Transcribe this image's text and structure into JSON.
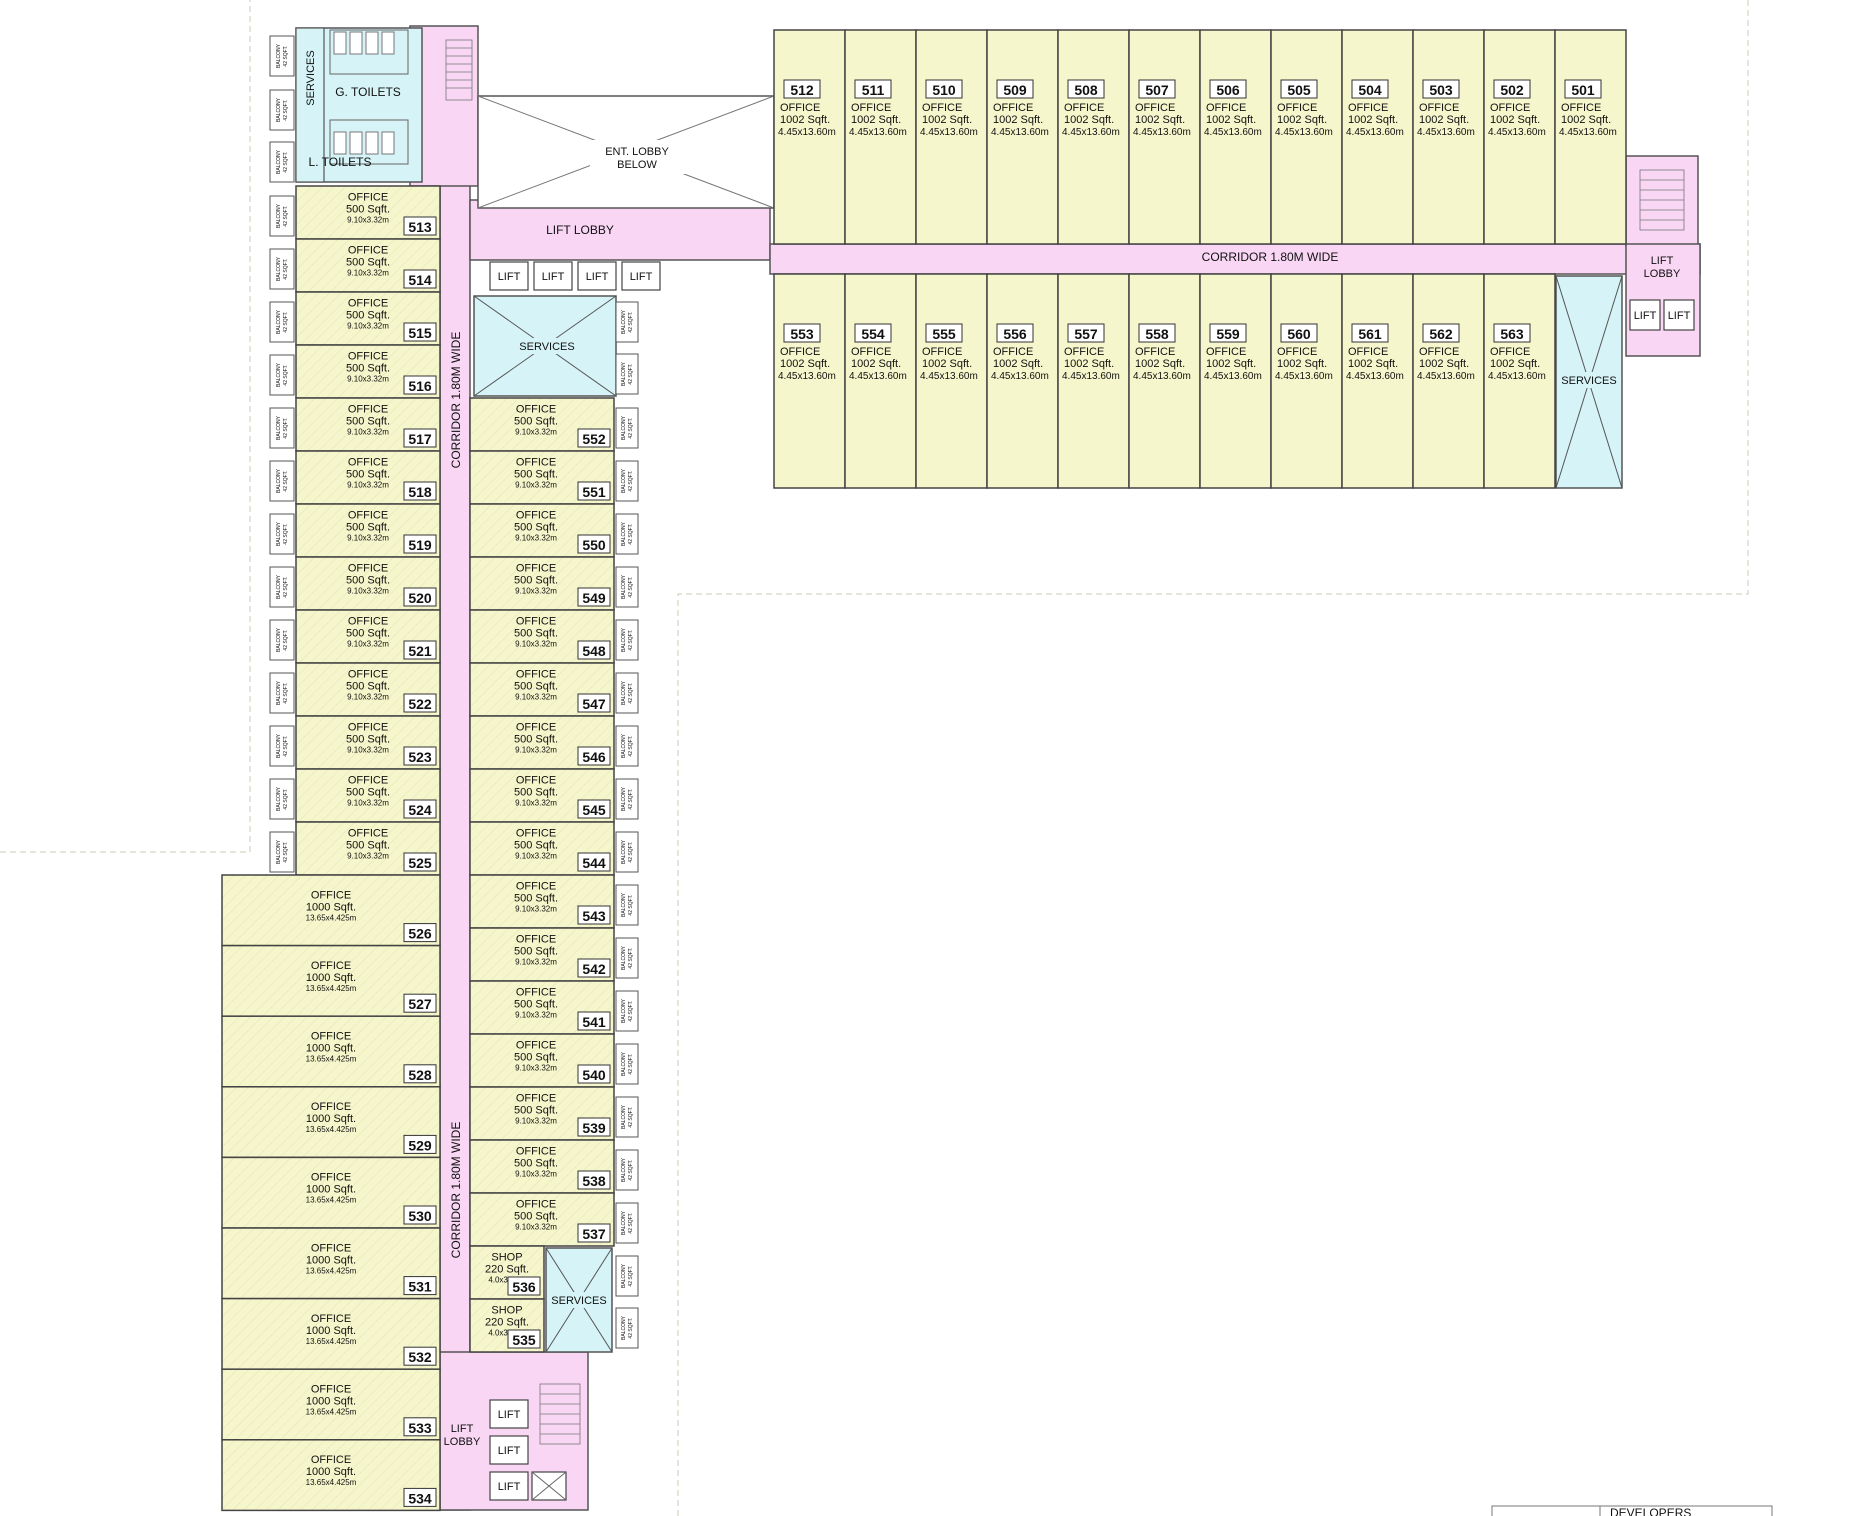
{
  "labels": {
    "office": "OFFICE",
    "shop": "SHOP",
    "lift": "LIFT",
    "services": "SERVICES",
    "balcony_line1": "BALCONY",
    "balcony_line2": "42 SQFT.",
    "lift_lobby": "LIFT LOBBY",
    "lift_lobby_line1": "LIFT",
    "lift_lobby_line2": "LOBBY",
    "corridor": "CORRIDOR 1.80M WIDE",
    "ent_lobby_line1": "ENT. LOBBY",
    "ent_lobby_line2": "BELOW",
    "g_toilets": "G. TOILETS",
    "l_toilets": "L. TOILETS",
    "title_block_partial": "DEVELOPERS"
  },
  "colors": {
    "office_fill": "#f6f6cc",
    "corridor_fill": "#f8d6f4",
    "services_fill": "#d6f3f7",
    "wall": "#444444"
  },
  "units": {
    "top_row": [
      {
        "no": "512",
        "area": "1002 Sqft.",
        "dim": "4.45x13.60m"
      },
      {
        "no": "511",
        "area": "1002 Sqft.",
        "dim": "4.45x13.60m"
      },
      {
        "no": "510",
        "area": "1002 Sqft.",
        "dim": "4.45x13.60m"
      },
      {
        "no": "509",
        "area": "1002 Sqft.",
        "dim": "4.45x13.60m"
      },
      {
        "no": "508",
        "area": "1002 Sqft.",
        "dim": "4.45x13.60m"
      },
      {
        "no": "507",
        "area": "1002 Sqft.",
        "dim": "4.45x13.60m"
      },
      {
        "no": "506",
        "area": "1002 Sqft.",
        "dim": "4.45x13.60m"
      },
      {
        "no": "505",
        "area": "1002 Sqft.",
        "dim": "4.45x13.60m"
      },
      {
        "no": "504",
        "area": "1002 Sqft.",
        "dim": "4.45x13.60m"
      },
      {
        "no": "503",
        "area": "1002 Sqft.",
        "dim": "4.45x13.60m"
      },
      {
        "no": "502",
        "area": "1002 Sqft.",
        "dim": "4.45x13.60m"
      },
      {
        "no": "501",
        "area": "1002 Sqft.",
        "dim": "4.45x13.60m"
      }
    ],
    "bottom_row": [
      {
        "no": "553",
        "area": "1002 Sqft.",
        "dim": "4.45x13.60m"
      },
      {
        "no": "554",
        "area": "1002 Sqft.",
        "dim": "4.45x13.60m"
      },
      {
        "no": "555",
        "area": "1002 Sqft.",
        "dim": "4.45x13.60m"
      },
      {
        "no": "556",
        "area": "1002 Sqft.",
        "dim": "4.45x13.60m"
      },
      {
        "no": "557",
        "area": "1002 Sqft.",
        "dim": "4.45x13.60m"
      },
      {
        "no": "558",
        "area": "1002 Sqft.",
        "dim": "4.45x13.60m"
      },
      {
        "no": "559",
        "area": "1002 Sqft.",
        "dim": "4.45x13.60m"
      },
      {
        "no": "560",
        "area": "1002 Sqft.",
        "dim": "4.45x13.60m"
      },
      {
        "no": "561",
        "area": "1002 Sqft.",
        "dim": "4.45x13.60m"
      },
      {
        "no": "562",
        "area": "1002 Sqft.",
        "dim": "4.45x13.60m"
      },
      {
        "no": "563",
        "area": "1002 Sqft.",
        "dim": "4.45x13.60m"
      }
    ],
    "left_small": [
      {
        "no": "513",
        "area": "500 Sqft.",
        "dim": "9.10x3.32m"
      },
      {
        "no": "514",
        "area": "500 Sqft.",
        "dim": "9.10x3.32m"
      },
      {
        "no": "515",
        "area": "500 Sqft.",
        "dim": "9.10x3.32m"
      },
      {
        "no": "516",
        "area": "500 Sqft.",
        "dim": "9.10x3.32m"
      },
      {
        "no": "517",
        "area": "500 Sqft.",
        "dim": "9.10x3.32m"
      },
      {
        "no": "518",
        "area": "500 Sqft.",
        "dim": "9.10x3.32m"
      },
      {
        "no": "519",
        "area": "500 Sqft.",
        "dim": "9.10x3.32m"
      },
      {
        "no": "520",
        "area": "500 Sqft.",
        "dim": "9.10x3.32m"
      },
      {
        "no": "521",
        "area": "500 Sqft.",
        "dim": "9.10x3.32m"
      },
      {
        "no": "522",
        "area": "500 Sqft.",
        "dim": "9.10x3.32m"
      },
      {
        "no": "523",
        "area": "500 Sqft.",
        "dim": "9.10x3.32m"
      },
      {
        "no": "524",
        "area": "500 Sqft.",
        "dim": "9.10x3.32m"
      },
      {
        "no": "525",
        "area": "500 Sqft.",
        "dim": "9.10x3.32m"
      }
    ],
    "left_large": [
      {
        "no": "526",
        "area": "1000 Sqft.",
        "dim": "13.65x4.425m"
      },
      {
        "no": "527",
        "area": "1000 Sqft.",
        "dim": "13.65x4.425m"
      },
      {
        "no": "528",
        "area": "1000 Sqft.",
        "dim": "13.65x4.425m"
      },
      {
        "no": "529",
        "area": "1000 Sqft.",
        "dim": "13.65x4.425m"
      },
      {
        "no": "530",
        "area": "1000 Sqft.",
        "dim": "13.65x4.425m"
      },
      {
        "no": "531",
        "area": "1000 Sqft.",
        "dim": "13.65x4.425m"
      },
      {
        "no": "532",
        "area": "1000 Sqft.",
        "dim": "13.65x4.425m"
      },
      {
        "no": "533",
        "area": "1000 Sqft.",
        "dim": "13.65x4.425m"
      },
      {
        "no": "534",
        "area": "1000 Sqft.",
        "dim": "13.65x4.425m"
      }
    ],
    "right_small": [
      {
        "no": "552",
        "area": "500 Sqft.",
        "dim": "9.10x3.32m"
      },
      {
        "no": "551",
        "area": "500 Sqft.",
        "dim": "9.10x3.32m"
      },
      {
        "no": "550",
        "area": "500 Sqft.",
        "dim": "9.10x3.32m"
      },
      {
        "no": "549",
        "area": "500 Sqft.",
        "dim": "9.10x3.32m"
      },
      {
        "no": "548",
        "area": "500 Sqft.",
        "dim": "9.10x3.32m"
      },
      {
        "no": "547",
        "area": "500 Sqft.",
        "dim": "9.10x3.32m"
      },
      {
        "no": "546",
        "area": "500 Sqft.",
        "dim": "9.10x3.32m"
      },
      {
        "no": "545",
        "area": "500 Sqft.",
        "dim": "9.10x3.32m"
      },
      {
        "no": "544",
        "area": "500 Sqft.",
        "dim": "9.10x3.32m"
      },
      {
        "no": "543",
        "area": "500 Sqft.",
        "dim": "9.10x3.32m"
      },
      {
        "no": "542",
        "area": "500 Sqft.",
        "dim": "9.10x3.32m"
      },
      {
        "no": "541",
        "area": "500 Sqft.",
        "dim": "9.10x3.32m"
      },
      {
        "no": "540",
        "area": "500 Sqft.",
        "dim": "9.10x3.32m"
      },
      {
        "no": "539",
        "area": "500 Sqft.",
        "dim": "9.10x3.32m"
      },
      {
        "no": "538",
        "area": "500 Sqft.",
        "dim": "9.10x3.32m"
      },
      {
        "no": "537",
        "area": "500 Sqft.",
        "dim": "9.10x3.32m"
      }
    ],
    "shops": [
      {
        "no": "536",
        "area": "220 Sqft.",
        "dim": "4.0x3.32m"
      },
      {
        "no": "535",
        "area": "220 Sqft.",
        "dim": "4.0x3.32m"
      }
    ]
  }
}
